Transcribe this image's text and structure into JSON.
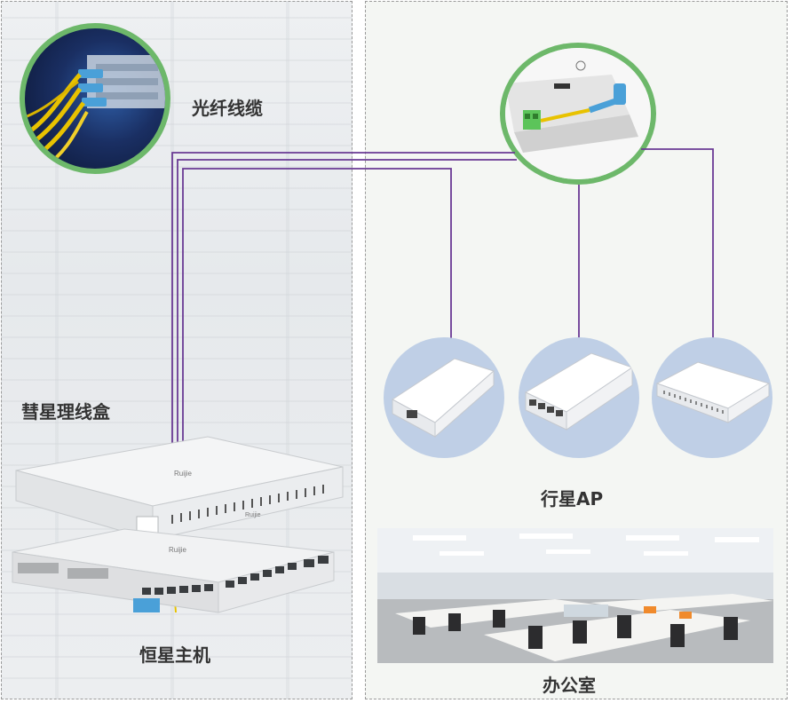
{
  "labels": {
    "fiber_cable": "光纤线缆",
    "comet_box": "彗星理线盒",
    "host": "恒星主机",
    "ap": "行星AP",
    "office": "办公室"
  },
  "brand": {
    "logo_text": "Ruijie"
  },
  "colors": {
    "wire": "#6a3a94",
    "fiber": "#e8c200",
    "ring": "#6db86a",
    "ap_bg": "#bfcfe6",
    "connector_blue": "#4aa0d8",
    "connector_green": "#5cc45a"
  }
}
